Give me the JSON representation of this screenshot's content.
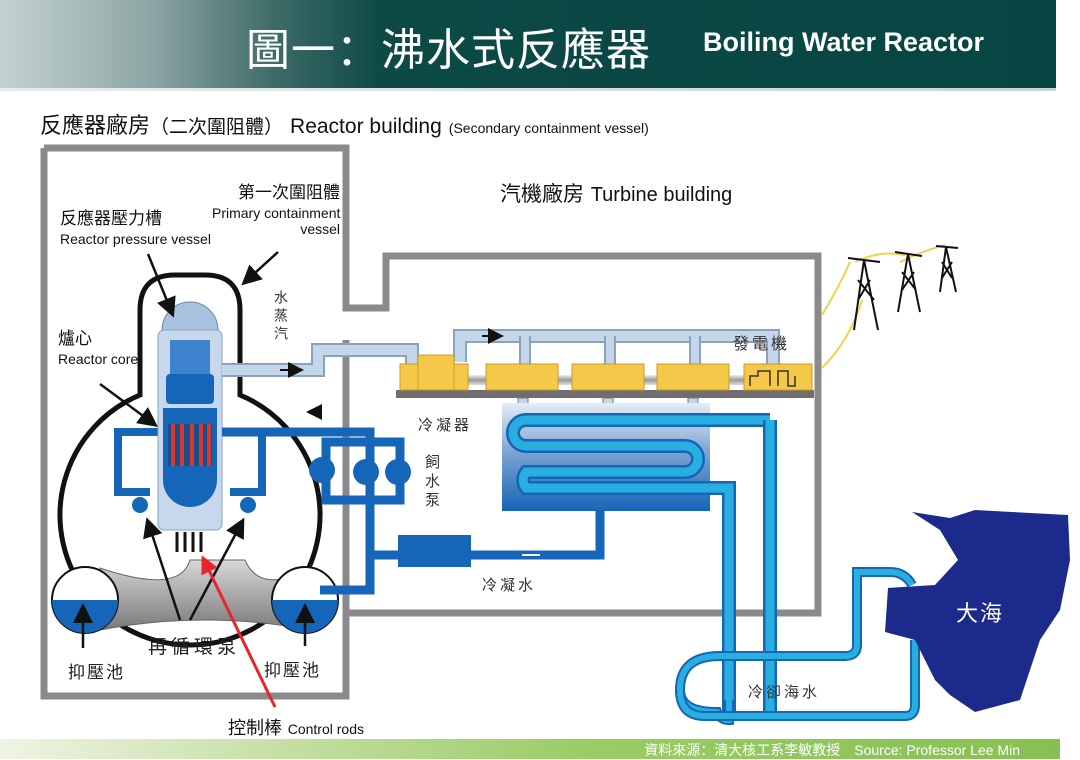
{
  "header": {
    "title_cn": "圖一：沸水式反應器",
    "title_en": "Boiling Water Reactor"
  },
  "labels": {
    "reactor_building_cn": "反應器廠房",
    "reactor_building_paren_cn": "（二次圍阻體）",
    "reactor_building_en": "Reactor building",
    "reactor_building_sub_en": "(Secondary containment vessel)",
    "turbine_building_cn": "汽機廠房",
    "turbine_building_en": "Turbine building",
    "primary_containment_cn": "第一次圍阻體",
    "primary_containment_en_1": "Primary containment",
    "primary_containment_en_2": "vessel",
    "pressure_vessel_cn": "反應器壓力槽",
    "pressure_vessel_en": "Reactor pressure vessel",
    "core_cn": "爐心",
    "core_en": "Reactor core",
    "steam_cn": "水蒸汽",
    "generator_cn": "發電機",
    "condenser_cn": "冷凝器",
    "feedwater_pump_cn": "飼水泵",
    "condensate_cn": "冷凝水",
    "recirc_pump_cn": "再循環泵",
    "suppression_pool_left_cn": "抑壓池",
    "suppression_pool_right_cn": "抑壓池",
    "control_rods_cn": "控制棒",
    "control_rods_en": "Control rods",
    "cooling_seawater_cn": "冷卻海水",
    "sea_cn": "大海"
  },
  "footer": {
    "source": "資料來源：清大核工系李敏教授　Source: Professor Lee Min"
  },
  "colors": {
    "header_dark": "#074543",
    "wall_gray": "#8a8a8c",
    "pipe_dark_blue": "#1565b8",
    "pipe_light_blue": "#29aee0",
    "steam_pipe": "#c4d6ea",
    "turbine_yellow": "#f6c84a",
    "sea_navy": "#1c2a8c",
    "control_rod_arrow_red": "#e8242c",
    "footer_green": "#86c052"
  }
}
